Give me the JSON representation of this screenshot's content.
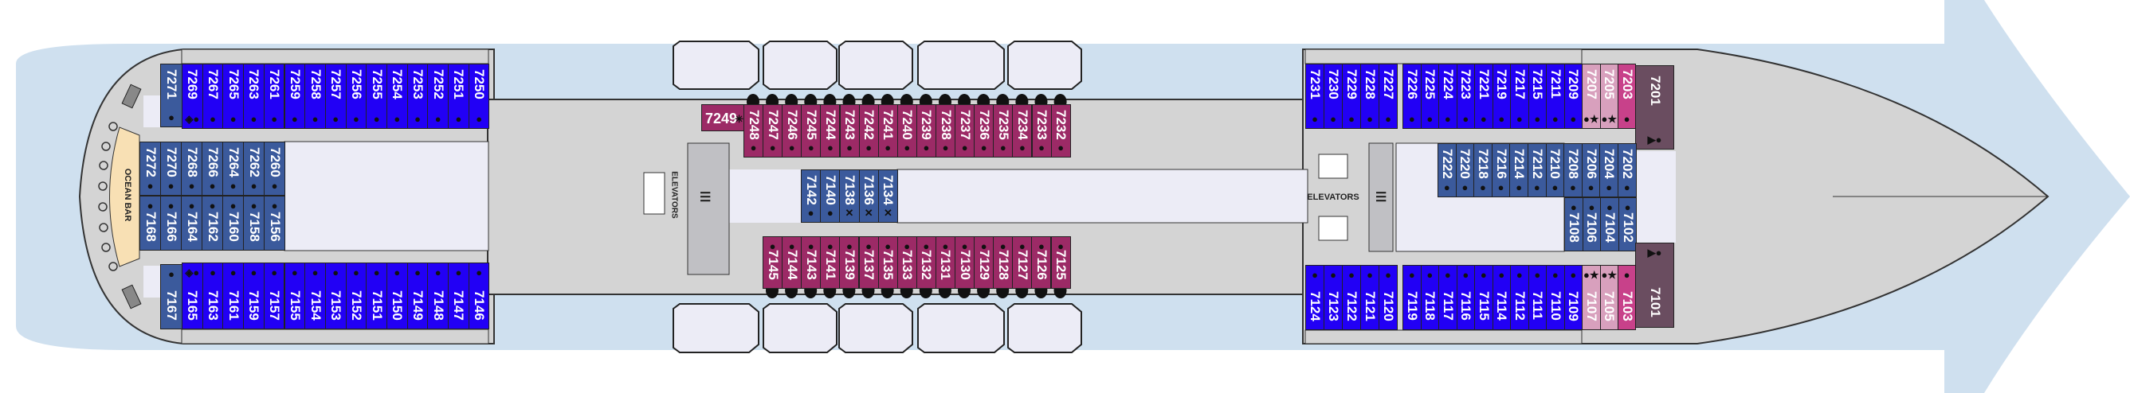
{
  "labels": {
    "ocean_bar": "OCEAN BAR",
    "elevators_aft": "ELEVATORS",
    "elevators_fwd": "ELEVATORS"
  },
  "colors": {
    "sea": "#cfe0ef",
    "deck": "#d4d4d4",
    "interior": "#ececf6",
    "balcony": "#2200f5",
    "interior_cabin": "#3b5a9c",
    "oceanview": "#9c2a66",
    "suite_pink": "#d8a0bd",
    "suite_magenta": "#c8418a",
    "owner": "#6a4d60",
    "bar": "#f8e0b4"
  },
  "icons": {
    "dot": "●",
    "x": "✕",
    "star": "★",
    "diamond": "◈",
    "asterisk": "✳",
    "triangle": "▶"
  },
  "cabins": {
    "upper_left_corner": [
      {
        "n": "7271",
        "i": [
          "dot"
        ]
      }
    ],
    "upper_left": [
      {
        "n": "7269",
        "i": [
          "diamond",
          "dot"
        ]
      },
      {
        "n": "7267",
        "i": [
          "dot"
        ]
      },
      {
        "n": "7265",
        "i": [
          "dot"
        ]
      },
      {
        "n": "7263",
        "i": [
          "dot"
        ]
      },
      {
        "n": "7261",
        "i": [
          "dot"
        ]
      },
      {
        "n": "7259",
        "i": [
          "dot"
        ]
      },
      {
        "n": "7258",
        "i": [
          "dot"
        ]
      },
      {
        "n": "7257",
        "i": [
          "dot"
        ]
      },
      {
        "n": "7256",
        "i": [
          "dot"
        ]
      },
      {
        "n": "7255",
        "i": [
          "dot"
        ]
      },
      {
        "n": "7254",
        "i": [
          "dot"
        ]
      },
      {
        "n": "7253",
        "i": [
          "dot"
        ]
      },
      {
        "n": "7252",
        "i": [
          "dot"
        ]
      },
      {
        "n": "7251",
        "i": [
          "dot"
        ]
      },
      {
        "n": "7250",
        "i": [
          "dot"
        ]
      }
    ],
    "mid_left_upper": [
      {
        "n": "7272",
        "i": [
          "dot"
        ]
      },
      {
        "n": "7270",
        "i": [
          "dot"
        ]
      },
      {
        "n": "7268",
        "i": [
          "dot"
        ]
      },
      {
        "n": "7266",
        "i": [
          "dot"
        ]
      },
      {
        "n": "7264",
        "i": [
          "dot"
        ]
      },
      {
        "n": "7262",
        "i": [
          "dot"
        ]
      },
      {
        "n": "7260",
        "i": [
          "dot"
        ]
      }
    ],
    "mid_left_lower": [
      {
        "n": "7168",
        "i": [
          "dot"
        ]
      },
      {
        "n": "7166",
        "i": [
          "dot"
        ]
      },
      {
        "n": "7164",
        "i": [
          "dot"
        ]
      },
      {
        "n": "7162",
        "i": [
          "dot"
        ]
      },
      {
        "n": "7160",
        "i": [
          "dot"
        ]
      },
      {
        "n": "7158",
        "i": [
          "dot"
        ]
      },
      {
        "n": "7156",
        "i": [
          "dot"
        ]
      }
    ],
    "lower_left_corner": [
      {
        "n": "7167",
        "i": [
          "dot"
        ]
      }
    ],
    "lower_left": [
      {
        "n": "7165",
        "i": [
          "diamond",
          "dot"
        ]
      },
      {
        "n": "7163",
        "i": [
          "dot"
        ]
      },
      {
        "n": "7161",
        "i": [
          "dot"
        ]
      },
      {
        "n": "7159",
        "i": [
          "dot"
        ]
      },
      {
        "n": "7157",
        "i": [
          "dot"
        ]
      },
      {
        "n": "7155",
        "i": [
          "dot"
        ]
      },
      {
        "n": "7154",
        "i": [
          "dot"
        ]
      },
      {
        "n": "7153",
        "i": [
          "dot"
        ]
      },
      {
        "n": "7152",
        "i": [
          "dot"
        ]
      },
      {
        "n": "7151",
        "i": [
          "dot"
        ]
      },
      {
        "n": "7150",
        "i": [
          "dot"
        ]
      },
      {
        "n": "7149",
        "i": [
          "dot"
        ]
      },
      {
        "n": "7148",
        "i": [
          "dot"
        ]
      },
      {
        "n": "7147",
        "i": [
          "dot"
        ]
      },
      {
        "n": "7146",
        "i": [
          "dot"
        ]
      }
    ],
    "upper_mid_special": [
      {
        "n": "7249",
        "i": [
          "asterisk"
        ]
      }
    ],
    "upper_mid": [
      {
        "n": "7248",
        "i": [
          "dot"
        ]
      },
      {
        "n": "7247",
        "i": [
          "dot"
        ]
      },
      {
        "n": "7246",
        "i": [
          "dot"
        ]
      },
      {
        "n": "7245",
        "i": [
          "dot"
        ]
      },
      {
        "n": "7244",
        "i": [
          "dot"
        ]
      },
      {
        "n": "7243",
        "i": [
          "dot"
        ]
      },
      {
        "n": "7242",
        "i": [
          "dot"
        ]
      },
      {
        "n": "7241",
        "i": [
          "dot"
        ]
      },
      {
        "n": "7240",
        "i": [
          "dot"
        ]
      },
      {
        "n": "7239",
        "i": [
          "dot"
        ]
      },
      {
        "n": "7238",
        "i": [
          "dot"
        ]
      },
      {
        "n": "7237",
        "i": [
          "dot"
        ]
      },
      {
        "n": "7236",
        "i": [
          "dot"
        ]
      },
      {
        "n": "7235",
        "i": [
          "dot"
        ]
      },
      {
        "n": "7234",
        "i": [
          "dot"
        ]
      },
      {
        "n": "7233",
        "i": [
          "dot"
        ]
      },
      {
        "n": "7232",
        "i": [
          "dot"
        ]
      }
    ],
    "center_mid": [
      {
        "n": "7142",
        "i": [
          "dot"
        ]
      },
      {
        "n": "7140",
        "i": [
          "dot"
        ]
      },
      {
        "n": "7138",
        "i": [
          "x"
        ]
      },
      {
        "n": "7136",
        "i": [
          "x"
        ]
      },
      {
        "n": "7134",
        "i": [
          "x"
        ]
      }
    ],
    "lower_mid": [
      {
        "n": "7145",
        "i": [
          "dot"
        ]
      },
      {
        "n": "7144",
        "i": [
          "dot"
        ]
      },
      {
        "n": "7143",
        "i": [
          "dot"
        ]
      },
      {
        "n": "7141",
        "i": [
          "dot"
        ]
      },
      {
        "n": "7139",
        "i": [
          "dot"
        ]
      },
      {
        "n": "7137",
        "i": [
          "dot"
        ]
      },
      {
        "n": "7135",
        "i": [
          "dot"
        ]
      },
      {
        "n": "7133",
        "i": [
          "dot"
        ]
      },
      {
        "n": "7132",
        "i": [
          "dot"
        ]
      },
      {
        "n": "7131",
        "i": [
          "dot"
        ]
      },
      {
        "n": "7130",
        "i": [
          "dot"
        ]
      },
      {
        "n": "7129",
        "i": [
          "dot"
        ]
      },
      {
        "n": "7128",
        "i": [
          "dot"
        ]
      },
      {
        "n": "7127",
        "i": [
          "dot"
        ]
      },
      {
        "n": "7126",
        "i": [
          "dot"
        ]
      },
      {
        "n": "7125",
        "i": [
          "dot"
        ]
      }
    ],
    "upper_right_a": [
      {
        "n": "7231",
        "i": [
          "dot"
        ]
      },
      {
        "n": "7230",
        "i": [
          "dot"
        ]
      },
      {
        "n": "7229",
        "i": [
          "dot"
        ]
      },
      {
        "n": "7228",
        "i": [
          "dot"
        ]
      },
      {
        "n": "7227",
        "i": [
          "dot"
        ]
      }
    ],
    "upper_right_b": [
      {
        "n": "7226",
        "i": [
          "dot"
        ]
      },
      {
        "n": "7225",
        "i": [
          "dot"
        ]
      },
      {
        "n": "7224",
        "i": [
          "dot"
        ]
      },
      {
        "n": "7223",
        "i": [
          "dot"
        ]
      },
      {
        "n": "7221",
        "i": [
          "dot"
        ]
      },
      {
        "n": "7219",
        "i": [
          "dot"
        ]
      },
      {
        "n": "7217",
        "i": [
          "dot"
        ]
      },
      {
        "n": "7215",
        "i": [
          "dot"
        ]
      },
      {
        "n": "7211",
        "i": [
          "dot"
        ]
      },
      {
        "n": "7209",
        "i": [
          "dot"
        ]
      }
    ],
    "upper_right_suites": [
      {
        "n": "7207",
        "i": [
          "dot",
          "star"
        ]
      },
      {
        "n": "7205",
        "i": [
          "dot",
          "star"
        ]
      }
    ],
    "upper_right_magenta": [
      {
        "n": "7203",
        "i": [
          "dot"
        ]
      }
    ],
    "upper_owner": [
      {
        "n": "7201",
        "i": [
          "triangle",
          "dot"
        ]
      }
    ],
    "mid_right_upper": [
      {
        "n": "7222",
        "i": [
          "dot"
        ]
      },
      {
        "n": "7220",
        "i": [
          "dot"
        ]
      },
      {
        "n": "7218",
        "i": [
          "dot"
        ]
      },
      {
        "n": "7216",
        "i": [
          "dot"
        ]
      },
      {
        "n": "7214",
        "i": [
          "dot"
        ]
      },
      {
        "n": "7212",
        "i": [
          "dot"
        ]
      },
      {
        "n": "7210",
        "i": [
          "dot"
        ]
      },
      {
        "n": "7208",
        "i": [
          "dot"
        ]
      },
      {
        "n": "7206",
        "i": [
          "dot"
        ]
      },
      {
        "n": "7204",
        "i": [
          "dot"
        ]
      },
      {
        "n": "7202",
        "i": [
          "dot"
        ]
      }
    ],
    "mid_right_lower": [
      {
        "n": "7108",
        "i": [
          "dot"
        ]
      },
      {
        "n": "7106",
        "i": [
          "dot"
        ]
      },
      {
        "n": "7104",
        "i": [
          "dot"
        ]
      },
      {
        "n": "7102",
        "i": [
          "dot"
        ]
      }
    ],
    "lower_right_a": [
      {
        "n": "7124",
        "i": [
          "dot"
        ]
      },
      {
        "n": "7123",
        "i": [
          "dot"
        ]
      },
      {
        "n": "7122",
        "i": [
          "dot"
        ]
      },
      {
        "n": "7121",
        "i": [
          "dot"
        ]
      },
      {
        "n": "7120",
        "i": [
          "dot"
        ]
      }
    ],
    "lower_right_b": [
      {
        "n": "7119",
        "i": [
          "dot"
        ]
      },
      {
        "n": "7118",
        "i": [
          "dot"
        ]
      },
      {
        "n": "7117",
        "i": [
          "dot"
        ]
      },
      {
        "n": "7116",
        "i": [
          "dot"
        ]
      },
      {
        "n": "7115",
        "i": [
          "dot"
        ]
      },
      {
        "n": "7114",
        "i": [
          "dot"
        ]
      },
      {
        "n": "7112",
        "i": [
          "dot"
        ]
      },
      {
        "n": "7111",
        "i": [
          "dot"
        ]
      },
      {
        "n": "7110",
        "i": [
          "dot"
        ]
      },
      {
        "n": "7109",
        "i": [
          "dot"
        ]
      }
    ],
    "lower_right_suites": [
      {
        "n": "7107",
        "i": [
          "dot",
          "star"
        ]
      },
      {
        "n": "7105",
        "i": [
          "dot",
          "star"
        ]
      }
    ],
    "lower_right_magenta": [
      {
        "n": "7103",
        "i": [
          "dot"
        ]
      }
    ],
    "lower_owner": [
      {
        "n": "7101",
        "i": [
          "triangle",
          "dot"
        ]
      }
    ]
  }
}
